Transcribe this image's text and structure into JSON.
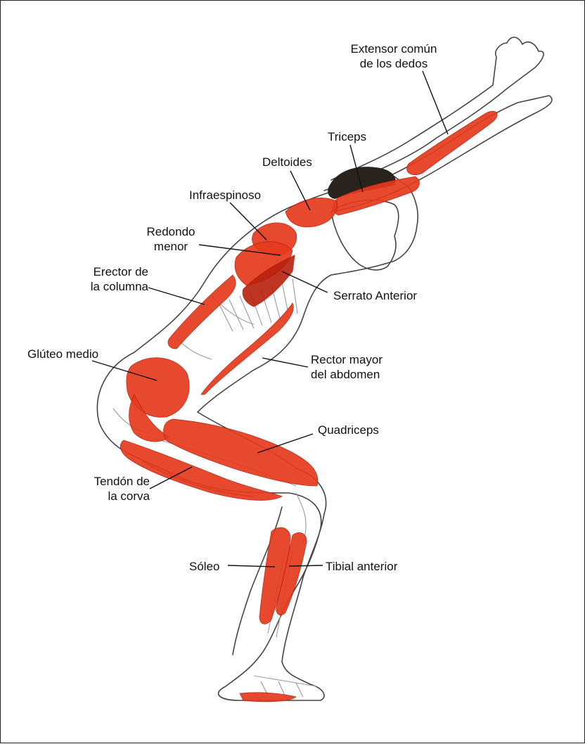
{
  "figure": {
    "colors": {
      "muscle": "#e63a1e",
      "muscle_dark": "#b8200d",
      "outline": "#444444",
      "bone": "#9a9a9a",
      "hair": "#2a221c",
      "leader": "#111111"
    }
  },
  "labels": {
    "extensor": "Extensor común\nde los dedos",
    "triceps": "Triceps",
    "deltoides": "Deltoides",
    "infraespinoso": "Infraespinoso",
    "redondo": "Redondo\nmenor",
    "erector": "Erector de\nla columna",
    "serrato": "Serrato Anterior",
    "gluteo": "Glúteo medio",
    "rector": "Rector mayor\ndel abdomen",
    "quadriceps": "Quadriceps",
    "tendon": "Tendón de\nla corva",
    "soleo": "Sóleo",
    "tibial": "Tibial anterior"
  }
}
